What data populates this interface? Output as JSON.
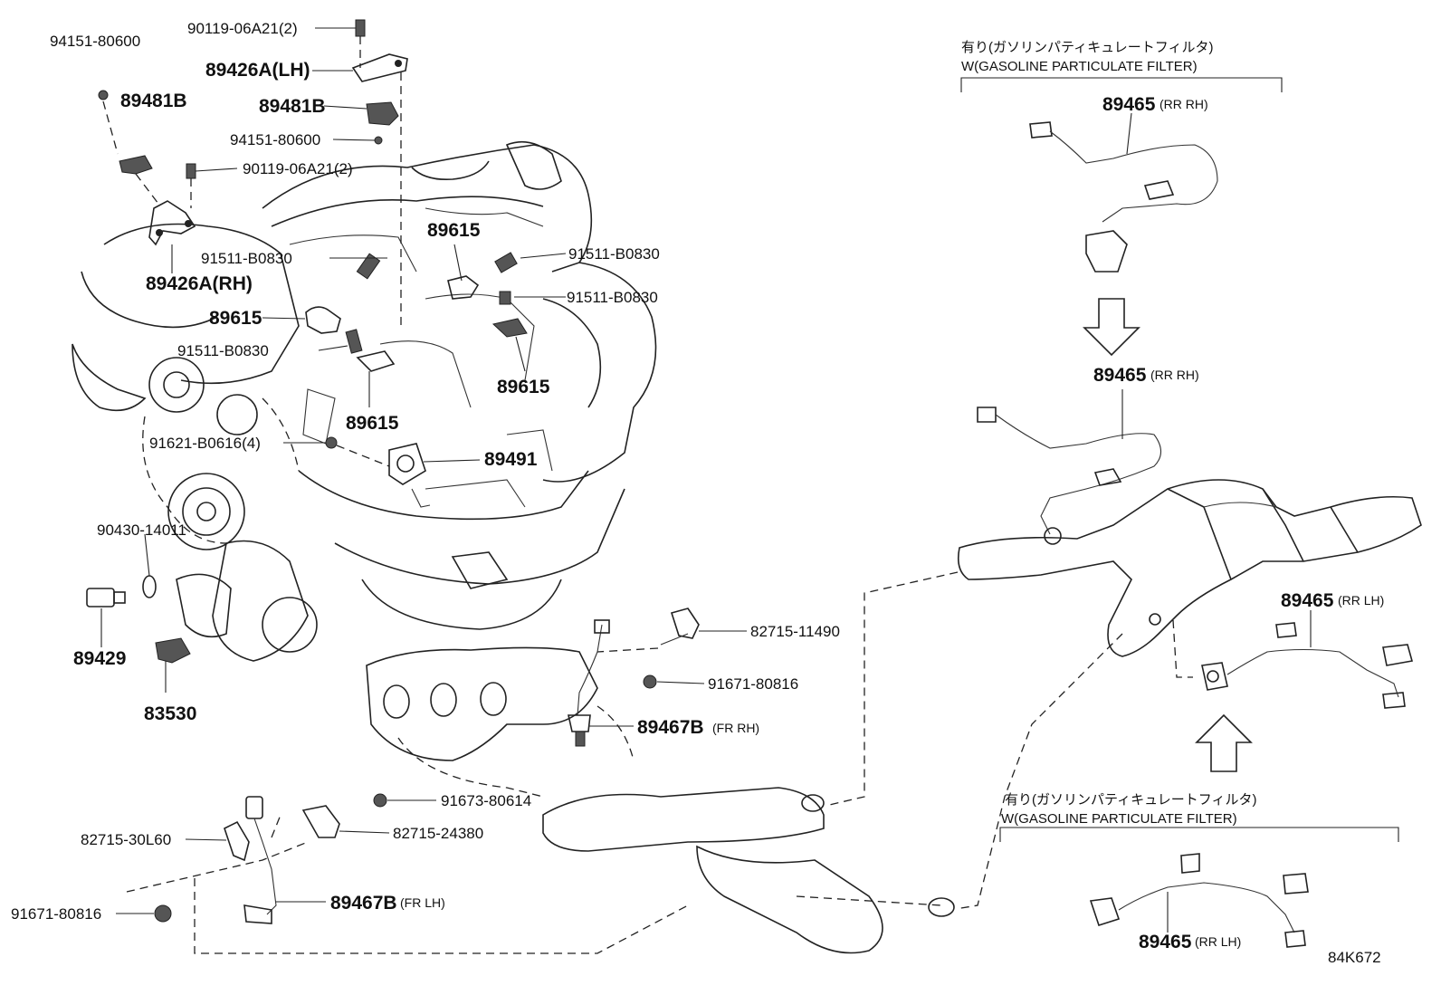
{
  "diagram_id": "84K672",
  "section_gpf_top": {
    "jp": "有り(ガソリンパティキュレートフィルタ)",
    "en": "W(GASOLINE PARTICULATE FILTER)"
  },
  "section_gpf_bottom": {
    "jp": "有り(ガソリンパティキュレートフィルタ)",
    "en": "W(GASOLINE PARTICULATE FILTER)"
  },
  "labels": {
    "p94151_80600_a": "94151-80600",
    "p90119_06A21_2_a": "90119-06A21(2)",
    "p89426A_LH": "89426A(LH)",
    "p89481B_a": "89481B",
    "p89481B_b": "89481B",
    "p94151_80600_b": "94151-80600",
    "p90119_06A21_2_b": "90119-06A21(2)",
    "p89615_a": "89615",
    "p91511_B0830_a": "91511-B0830",
    "p91511_B0830_b": "91511-B0830",
    "p91511_B0830_c": "91511-B0830",
    "p89426A_RH": "89426A(RH)",
    "p89615_b": "89615",
    "p91511_B0830_d": "91511-B0830",
    "p89615_c": "89615",
    "p89615_d": "89615",
    "p91621_B0616_4": "91621-B0616(4)",
    "p89491": "89491",
    "p90430_14011": "90430-14011",
    "p89429": "89429",
    "p83530": "83530",
    "p82715_11490": "82715-11490",
    "p91671_80816_a": "91671-80816",
    "p89467B_FR_RH": "89467B",
    "q_FR_RH": "(FR RH)",
    "p91673_80614": "91673-80614",
    "p82715_30L60": "82715-30L60",
    "p82715_24380": "82715-24380",
    "p91671_80816_b": "91671-80816",
    "p89467B_FR_LH": "89467B",
    "q_FR_LH": "(FR LH)",
    "p89465_top": "89465",
    "q_top": "(RR RH)",
    "p89465_mid": "89465",
    "q_mid": "(RR RH)",
    "p89465_right": "89465",
    "q_right": "(RR LH)",
    "p89465_bottom": "89465",
    "q_bottom": "(RR LH)"
  }
}
